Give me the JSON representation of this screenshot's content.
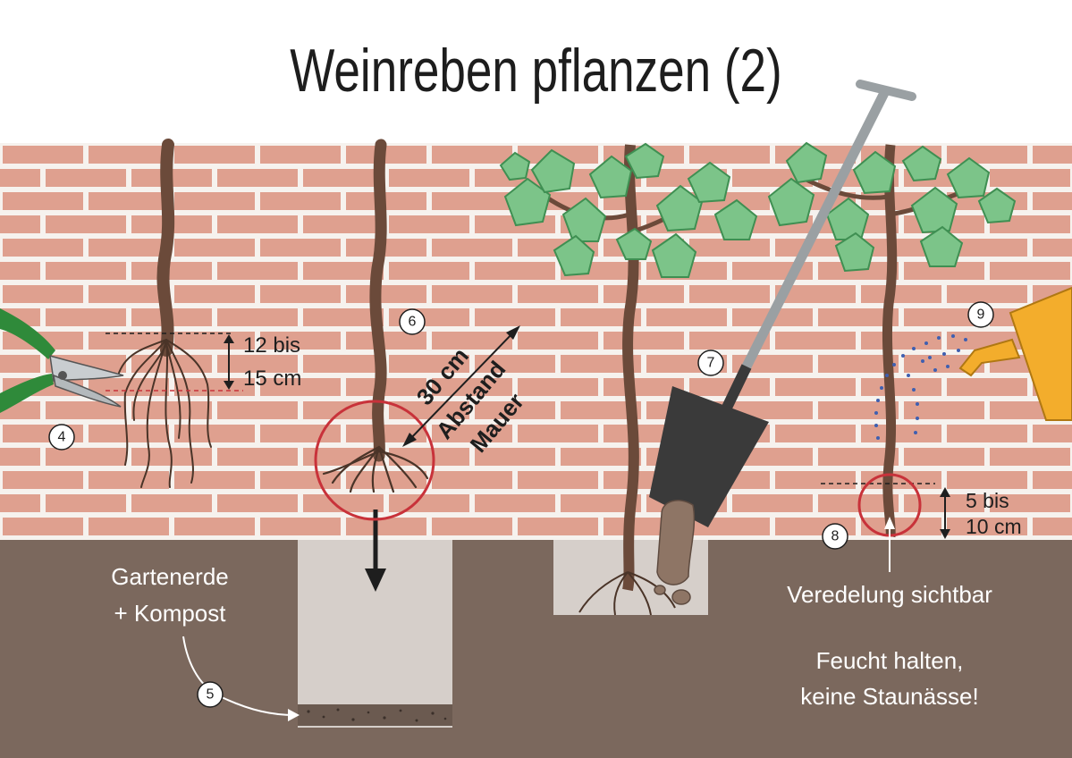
{
  "title": "Weinreben pflanzen (2)",
  "steps": {
    "s4": "4",
    "s5": "5",
    "s6": "6",
    "s7": "7",
    "s8": "8",
    "s9": "9"
  },
  "labels": {
    "cut_line1": "12 bis",
    "cut_line2": "15 cm",
    "distance_line1": "30 cm",
    "distance_line2": "Abstand",
    "distance_line3": "Mauer",
    "soil_line1": "Gartenerde",
    "soil_line2": "+ Kompost",
    "depth_line1": "5 bis",
    "depth_line2": "10 cm",
    "graft_visible": "Veredelung sichtbar",
    "keep_moist_line1": "Feucht halten,",
    "keep_moist_line2": "keine Staunässe!"
  },
  "colors": {
    "brick": "#dfa08f",
    "mortar": "#f6f2ee",
    "soil": "#7b685d",
    "hole": "#d6cfca",
    "trunk": "#6b4a3a",
    "leaf": "#7cc489",
    "leaf_dark": "#3f8f52",
    "highlight_circle": "#c8323a",
    "spade_blade": "#3a3a3a",
    "handle": "#9aa0a3",
    "watering_can": "#f3ad2c",
    "pruner_handle": "#2f8a3a",
    "water_drops": "#3f5fb0"
  }
}
